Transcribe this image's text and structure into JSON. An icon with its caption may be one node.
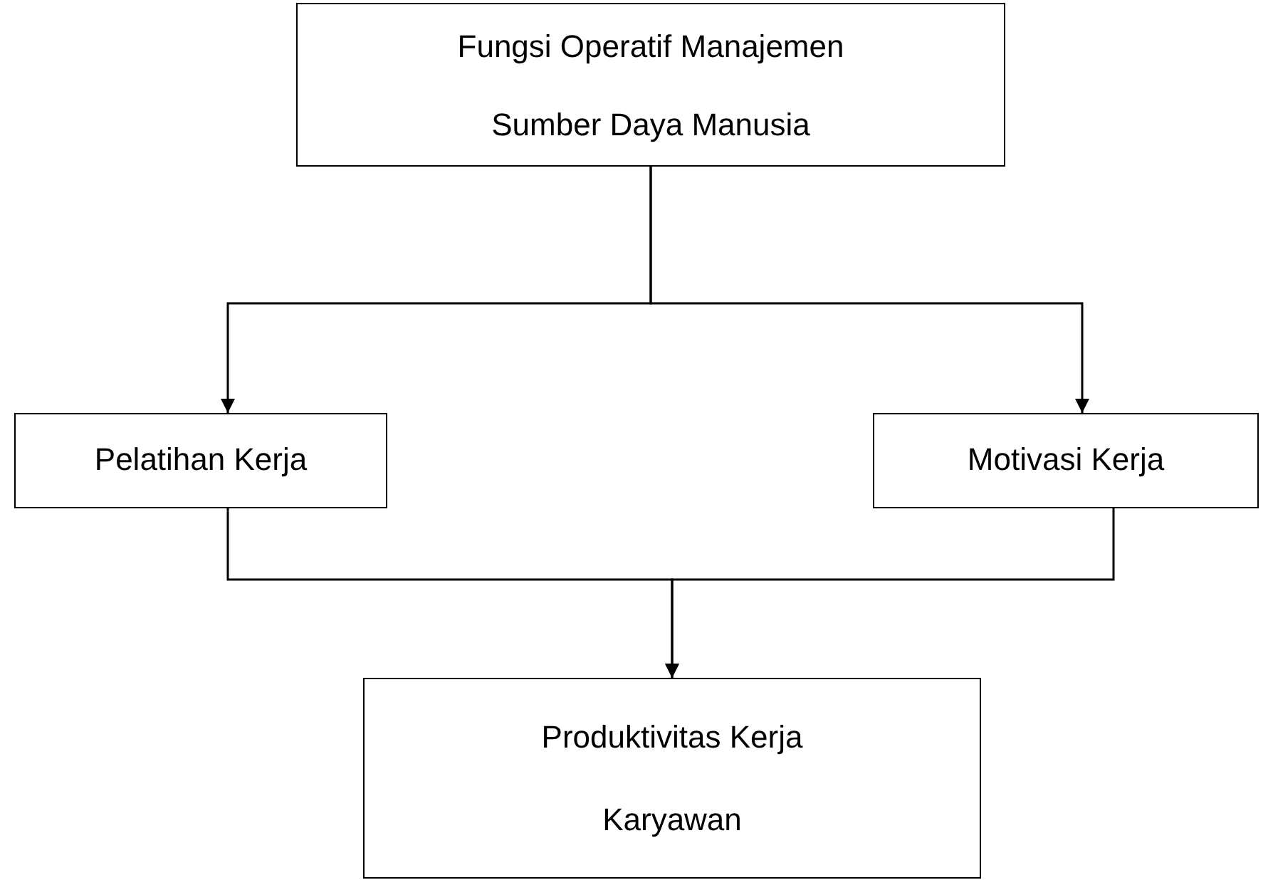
{
  "diagram": {
    "nodes": [
      {
        "text": [
          "Fungsi Operatif Manajemen Sumber Daya Manusia"
        ]
      },
      {
        "text": [
          "Pelatihan Kerja"
        ]
      },
      {
        "text": [
          "Motivasi Kerja"
        ]
      },
      {
        "text": [
          "Produktivitas Kerja Karyawan"
        ]
      }
    ],
    "edges": [
      {
        "from": 0,
        "to": 1,
        "arrow": "to"
      },
      {
        "from": 0,
        "to": 2,
        "arrow": "to"
      },
      {
        "from": 1,
        "to": 3,
        "arrow": "to"
      },
      {
        "from": 2,
        "to": 3,
        "arrow": "to"
      }
    ]
  }
}
